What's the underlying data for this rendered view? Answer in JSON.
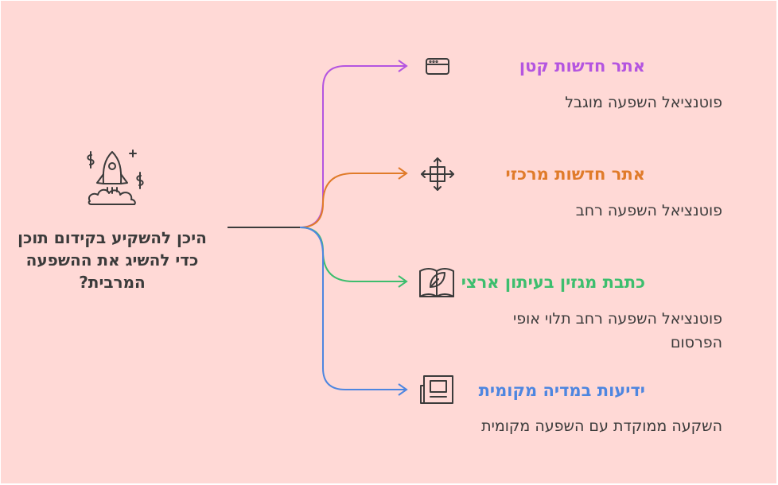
{
  "root": {
    "icon": "rocket-with-dollar-icon",
    "text": "היכן להשקיע בקידום תוכן כדי להשיג את ההשפעה המרבית?"
  },
  "branches": [
    {
      "title": "אתר חדשות קטן",
      "description": "פוטנציאל השפעה מוגבל",
      "color": "#b455e0",
      "icon": "browser-window-icon"
    },
    {
      "title": "אתר חדשות מרכזי",
      "description": "פוטנציאל השפעה רחב",
      "color": "#e07b2a",
      "icon": "move-arrows-icon"
    },
    {
      "title": "כתבת מגזין בעיתון ארצי",
      "description": "פוטנציאל השפעה רחב תלוי אופי הפרסום",
      "color": "#3dbe6e",
      "icon": "open-book-leaf-icon"
    },
    {
      "title": "ידיעות במדיה מקומית",
      "description": "השקעה ממוקדת עם השפעה מקומית",
      "color": "#4e86e0",
      "icon": "newspaper-icon"
    }
  ]
}
